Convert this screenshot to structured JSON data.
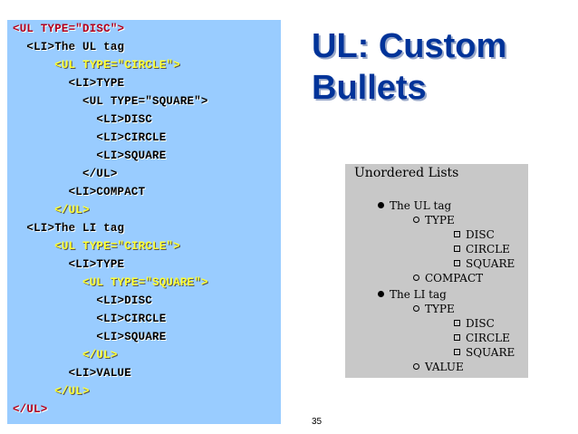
{
  "slide": {
    "title_line1": "UL: Custom",
    "title_line2": "Bullets",
    "page_number": "35"
  },
  "code": {
    "lines": [
      "<UL TYPE=\"DISC\">",
      "  <LI>The UL tag",
      "      <UL TYPE=\"CIRCLE\">",
      "        <LI>TYPE",
      "          <UL TYPE=\"SQUARE\">",
      "            <LI>DISC",
      "            <LI>CIRCLE",
      "            <LI>SQUARE",
      "          </UL>",
      "        <LI>COMPACT",
      "      </UL>",
      "  <LI>The LI tag",
      "      <UL TYPE=\"CIRCLE\">",
      "        <LI>TYPE",
      "          <UL TYPE=\"SQUARE\">",
      "            <LI>DISC",
      "            <LI>CIRCLE",
      "            <LI>SQUARE",
      "          </UL>",
      "        <LI>VALUE",
      "      </UL>",
      "</UL>"
    ]
  },
  "preview": {
    "heading": "Unordered Lists",
    "items": [
      "The UL tag",
      "TYPE",
      "DISC",
      "CIRCLE",
      "SQUARE",
      "COMPACT",
      "The LI tag",
      "TYPE",
      "DISC",
      "CIRCLE",
      "SQUARE",
      "VALUE"
    ]
  },
  "colors": {
    "panel_background": "#99ccff",
    "title": "#003399",
    "code_red": "#b3001b",
    "code_yellow": "#ffff33",
    "preview_background": "#c8c8c8"
  }
}
